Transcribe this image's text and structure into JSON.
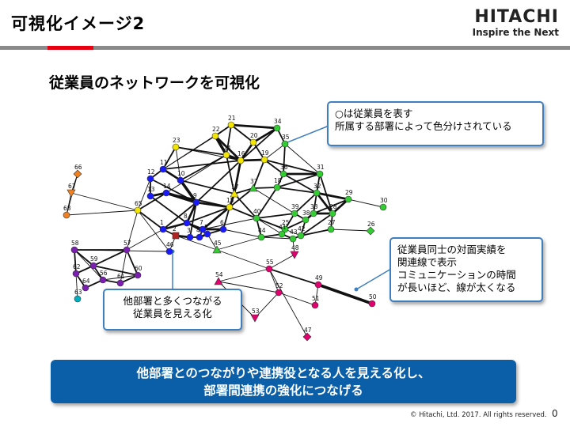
{
  "slide": {
    "title": "可視化イメージ2",
    "subtitle": "従業員のネットワークを可視化",
    "logo": "HITACHI",
    "logo_tagline": "Inspire the Next",
    "copyright": "© Hitachi, Ltd. 2017. All rights reserved.",
    "page_number": "0"
  },
  "callouts": {
    "legend": [
      "○は従業員を表す",
      "所属する部署によって色分けされている"
    ],
    "edges": [
      "従業員同士の対面実績を",
      "関連線で表示",
      "コミュニケーションの時間",
      "が長いほど、線が太くなる"
    ],
    "bridge": [
      "他部署と多くつながる",
      "従業員を見える化"
    ]
  },
  "banner": [
    "他部署とのつながりや連携役となる人を見える化し、",
    "部署間連携の強化につなげる"
  ],
  "colors": {
    "accent_red": "#e60012",
    "banner_blue": "#0a5fa8",
    "callout_border": "#3f7fc0",
    "node_yellow": "#f2e600",
    "node_blue": "#1a1aff",
    "node_green": "#33cc33",
    "node_orange": "#f08020",
    "node_purple": "#7a1fb0",
    "node_magenta": "#e0006e",
    "node_darkred": "#b22222",
    "node_cyan": "#00b0c0"
  },
  "network": {
    "labels": [
      "21",
      "34",
      "22",
      "20",
      "35",
      "23",
      "24",
      "19",
      "16",
      "36",
      "31",
      "11",
      "10",
      "12",
      "17",
      "37",
      "18",
      "32",
      "29",
      "13",
      "14",
      "9",
      "15",
      "30",
      "39",
      "28",
      "65",
      "40",
      "33",
      "38",
      "66",
      "67",
      "8",
      "1",
      "7",
      "25",
      "5",
      "27",
      "41",
      "26",
      "42",
      "68",
      "6",
      "44",
      "43",
      "2",
      "3",
      "4",
      "45",
      "48",
      "58",
      "57",
      "59",
      "60",
      "62",
      "55",
      "49",
      "52",
      "63",
      "50",
      "51",
      "53",
      "47",
      "54",
      "46",
      "56",
      "61",
      "64"
    ]
  }
}
